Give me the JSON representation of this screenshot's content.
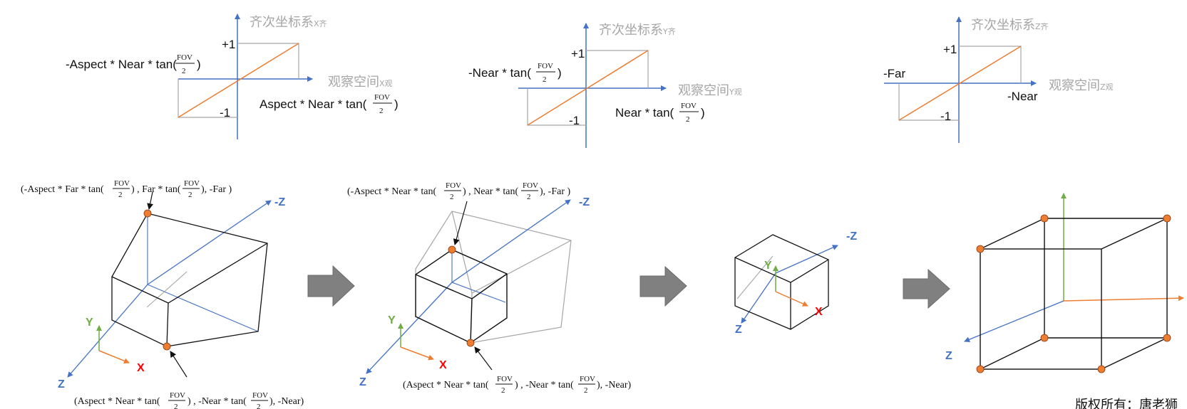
{
  "colors": {
    "axis": "#4472c4",
    "mapping": "#ed7d31",
    "box": "#a6a6a6",
    "frustum": "#111111",
    "y_axis": "#70ad47",
    "x_axis": "#ed7d31",
    "x_label": "#ff0000",
    "vertex": "#ed7d31",
    "arrow": "#808080",
    "caption": "#a6a6a6"
  },
  "graphs": [
    {
      "y_axis": "齐次坐标系",
      "y_sub": "X齐",
      "x_axis": "观察空间",
      "x_sub": "X观",
      "top": "+1",
      "bottom": "-1",
      "left": "-Aspect * Near * tan(",
      "right": "Aspect * Near * tan("
    },
    {
      "y_axis": "齐次坐标系",
      "y_sub": "Y齐",
      "x_axis": "观察空间",
      "x_sub": "Y观",
      "top": "+1",
      "bottom": "-1",
      "left": "-Near * tan(",
      "right": "Near * tan("
    },
    {
      "y_axis": "齐次坐标系",
      "y_sub": "Z齐",
      "x_axis": "观察空间",
      "x_sub": "Z观",
      "top": "+1",
      "bottom": "-1",
      "left": "-Far",
      "right": "-Near"
    }
  ],
  "fraction": {
    "num": "FOV",
    "den": "2",
    "close": ")"
  },
  "stage1": {
    "top_label": "(-Aspect * Far * tan(",
    "top_mid": ") , Far * tan(",
    "top_end": "), -Far )",
    "bottom_label": "(Aspect * Near * tan(",
    "bottom_mid": ") , -Near * tan(",
    "bottom_end": "), -Near)"
  },
  "stage2": {
    "top_label": "(-Aspect * Near * tan(",
    "top_mid": ") , Near * tan(",
    "top_end": "), -Far )",
    "bottom_label": "(Aspect * Near * tan(",
    "bottom_mid": ") , -Near * tan(",
    "bottom_end": "), -Near)"
  },
  "axes": {
    "neg_z": "-Z",
    "z": "Z",
    "y": "Y",
    "x": "X"
  },
  "copyright": "版权所有：唐老狮"
}
